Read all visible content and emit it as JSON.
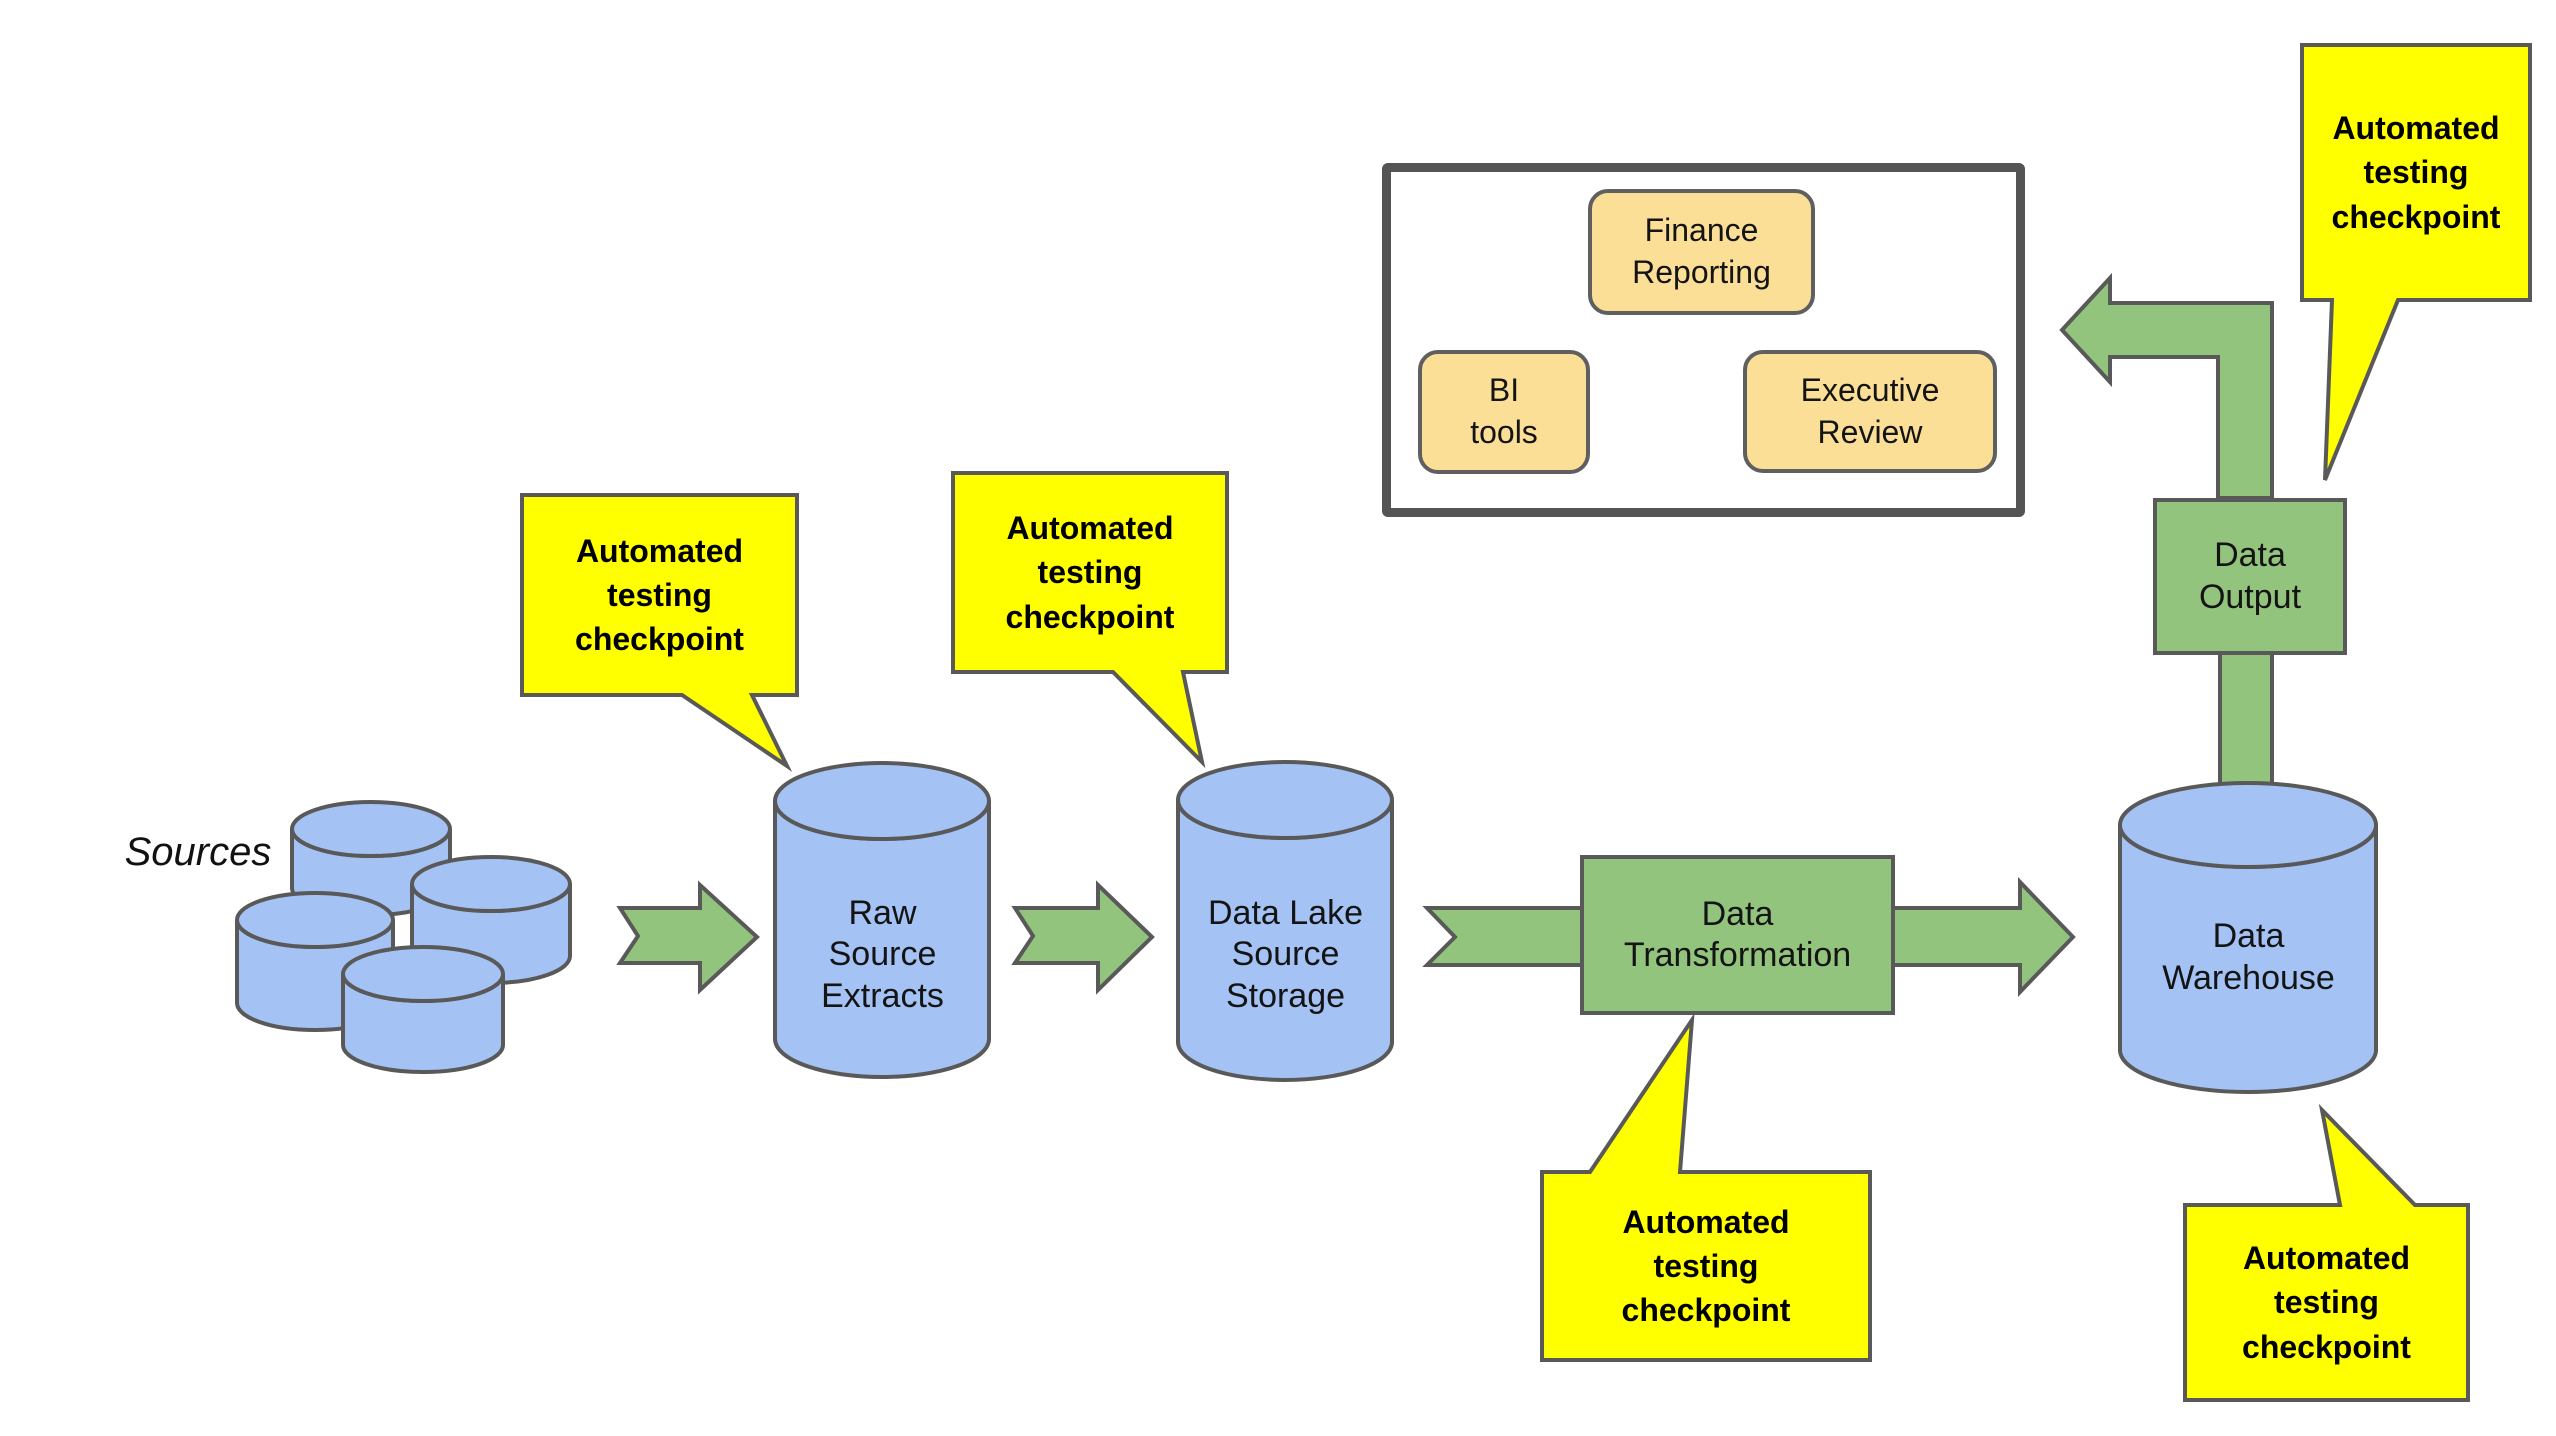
{
  "colors": {
    "background": "#ffffff",
    "cylinder_fill": "#a4c2f4",
    "process_fill": "#93c47d",
    "callout_fill": "#ffff00",
    "report_box_fill": "#fbdf97",
    "shape_stroke": "#595959",
    "container_stroke": "#545454",
    "text": "#141414"
  },
  "labels": {
    "sources": "Sources",
    "raw_source_extracts": "Raw\nSource\nExtracts",
    "data_lake_source_storage": "Data Lake\nSource\nStorage",
    "data_transformation": "Data\nTransformation",
    "data_warehouse": "Data\nWarehouse",
    "data_output": "Data\nOutput"
  },
  "reporting": {
    "finance_reporting": "Finance\nReporting",
    "bi_tools": "BI\ntools",
    "executive_review": "Executive\nReview"
  },
  "callouts": [
    {
      "id": "raw-source-extracts",
      "label": "Automated\ntesting\ncheckpoint"
    },
    {
      "id": "data-lake-source-storage",
      "label": "Automated\ntesting\ncheckpoint"
    },
    {
      "id": "data-output",
      "label": "Automated\ntesting\ncheckpoint"
    },
    {
      "id": "data-transformation",
      "label": "Automated\ntesting\ncheckpoint"
    },
    {
      "id": "data-warehouse",
      "label": "Automated\ntesting\ncheckpoint"
    }
  ]
}
